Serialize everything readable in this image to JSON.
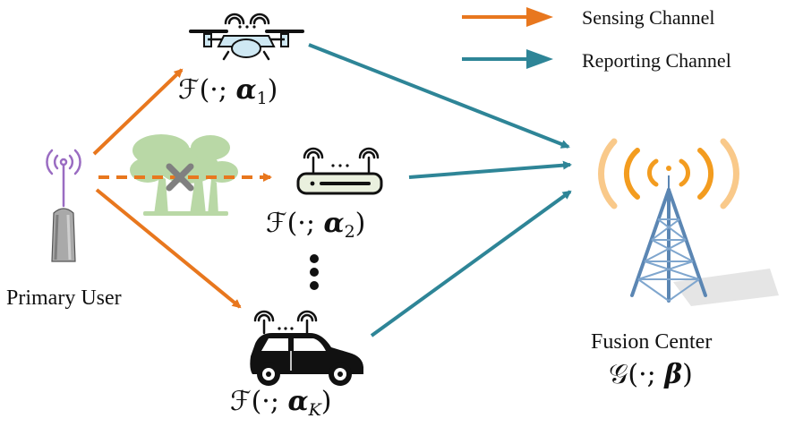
{
  "legend": {
    "sensing_label": "Sensing Channel",
    "reporting_label": "Reporting Channel"
  },
  "primary_user": {
    "label": "Primary User"
  },
  "nodes": [
    {
      "icon": "drone-icon",
      "func_name": "ℱ(·; ",
      "param": "α",
      "sub": "1",
      "close": ")"
    },
    {
      "icon": "router-icon",
      "func_name": "ℱ(·; ",
      "param": "α",
      "sub": "2",
      "close": ")"
    },
    {
      "icon": "car-icon",
      "func_name": "ℱ(·; ",
      "param": "α",
      "sub": "K",
      "close": ")"
    }
  ],
  "fusion_center": {
    "label": "Fusion Center",
    "func_name": "𝒢(·; ",
    "param": "β",
    "close": ")"
  },
  "colors": {
    "sensing": "#E8771E",
    "reporting": "#2E8597",
    "signal": "#F39C1F",
    "signal_light": "#F9C98A",
    "tree": "#B9D8A6",
    "blocked": "#808080",
    "tower": "#5B86B3",
    "antenna": "#9A6CC2"
  }
}
